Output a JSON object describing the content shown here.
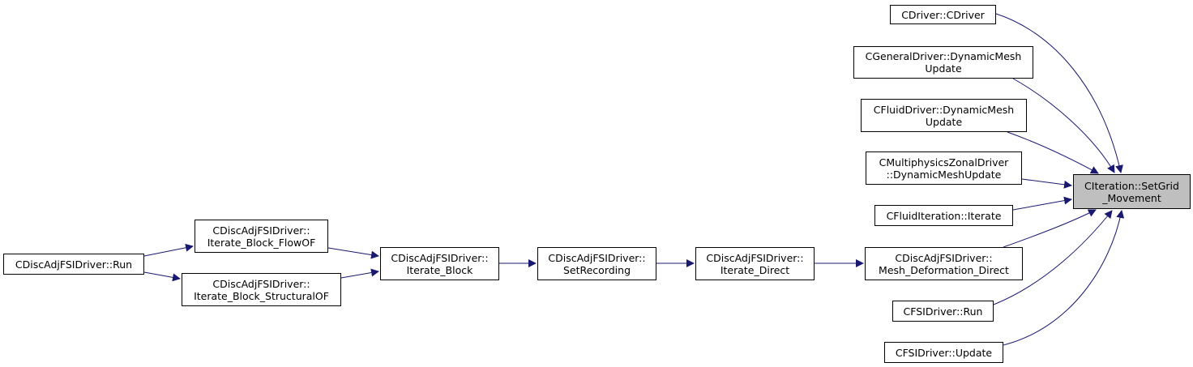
{
  "colors": {
    "edge": "#191970",
    "focus_fill": "#bfbfbf",
    "node_border": "#000000"
  },
  "nodes": {
    "target": {
      "lines": [
        "CIteration::SetGrid",
        "_Movement"
      ]
    },
    "cdriver": {
      "lines": [
        "CDriver::CDriver"
      ]
    },
    "general": {
      "lines": [
        "CGeneralDriver::DynamicMesh",
        "Update"
      ]
    },
    "fluid_driver": {
      "lines": [
        "CFluidDriver::DynamicMesh",
        "Update"
      ]
    },
    "multi": {
      "lines": [
        "CMultiphysicsZonalDriver",
        "::DynamicMeshUpdate"
      ]
    },
    "fluid_iter": {
      "lines": [
        "CFluidIteration::Iterate"
      ]
    },
    "mesh_def": {
      "lines": [
        "CDiscAdjFSIDriver::",
        "Mesh_Deformation_Direct"
      ]
    },
    "fsi_run": {
      "lines": [
        "CFSIDriver::Run"
      ]
    },
    "fsi_update": {
      "lines": [
        "CFSIDriver::Update"
      ]
    },
    "iter_direct": {
      "lines": [
        "CDiscAdjFSIDriver::",
        "Iterate_Direct"
      ]
    },
    "set_recording": {
      "lines": [
        "CDiscAdjFSIDriver::",
        "SetRecording"
      ]
    },
    "iter_block": {
      "lines": [
        "CDiscAdjFSIDriver::",
        "Iterate_Block"
      ]
    },
    "flow_of": {
      "lines": [
        "CDiscAdjFSIDriver::",
        "Iterate_Block_FlowOF"
      ]
    },
    "struct_of": {
      "lines": [
        "CDiscAdjFSIDriver::",
        "Iterate_Block_StructuralOF"
      ]
    },
    "adj_run": {
      "lines": [
        "CDiscAdjFSIDriver::Run"
      ]
    }
  }
}
